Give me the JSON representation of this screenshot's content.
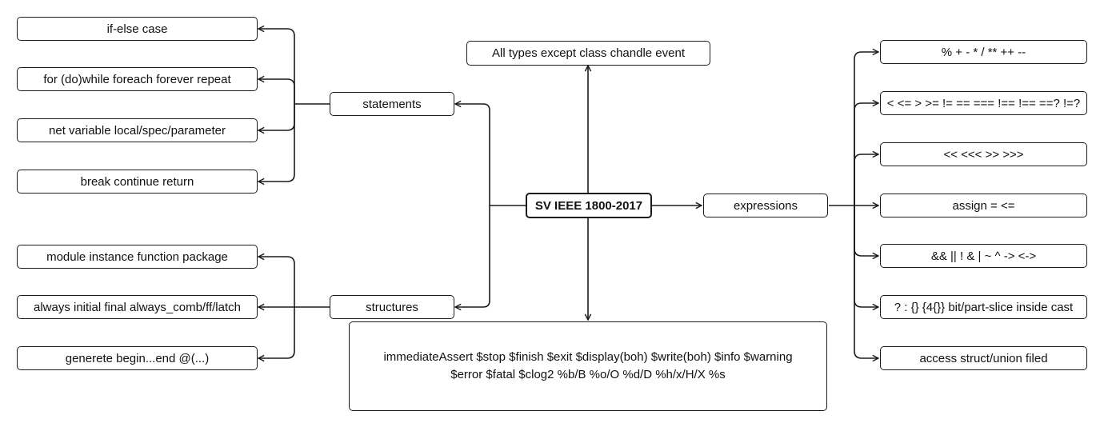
{
  "root": "SV IEEE 1800-2017",
  "types": "All types except class chandle event",
  "statements": {
    "label": "statements",
    "items": [
      "if-else case",
      "for (do)while foreach forever repeat",
      "net variable local/spec/parameter",
      "break continue return"
    ]
  },
  "structures": {
    "label": "structures",
    "items": [
      "module instance function package",
      "always initial final always_comb/ff/latch",
      "generete begin...end @(...)"
    ]
  },
  "expressions": {
    "label": "expressions",
    "items": [
      "% + - * / ** ++ --",
      "< <= > >= != == === !== !== ==? !=?",
      "<< <<< >> >>>",
      "assign = <=",
      "&& || ! & | ~ ^ -> <->",
      "? : {} {4{}} bit/part-slice inside cast",
      "access struct/union filed"
    ]
  },
  "system_tasks": {
    "line1": "immediateAssert  $stop $finish $exit $display(boh) $write(boh) $info $warning",
    "line2": "$error $fatal $clog2 %b/B %o/O %d/D %h/x/H/X %s"
  }
}
